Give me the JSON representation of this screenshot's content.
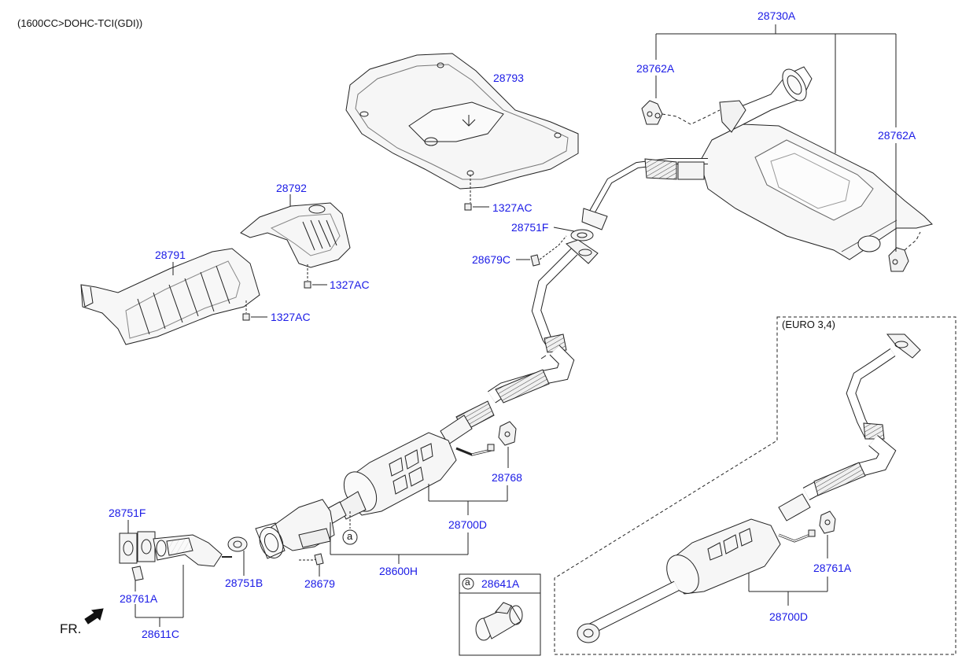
{
  "header": {
    "engine_spec": "(1600CC>DOHC-TCI(GDI))"
  },
  "euro_box": {
    "title": "(EURO 3,4)"
  },
  "detail_box": {
    "marker": "a",
    "part": "28641A"
  },
  "callout_marker": "a",
  "front_indicator": "FR.",
  "parts": {
    "p28730A": "28730A",
    "p28762A_left": "28762A",
    "p28762A_right": "28762A",
    "p28793": "28793",
    "p1327AC_top": "1327AC",
    "p28792": "28792",
    "p28791": "28791",
    "p1327AC_mid": "1327AC",
    "p1327AC_low": "1327AC",
    "p28751F_top": "28751F",
    "p28679C": "28679C",
    "p28768": "28768",
    "p28700D_main": "28700D",
    "p28751F_left": "28751F",
    "p28761A_left": "28761A",
    "p28611C": "28611C",
    "p28751B": "28751B",
    "p28679": "28679",
    "p28600H": "28600H",
    "p28761A_euro": "28761A",
    "p28700D_euro": "28700D"
  },
  "colors": {
    "label": "#1a1ae6",
    "line": "#222222",
    "fill": "#f2f2f2"
  }
}
